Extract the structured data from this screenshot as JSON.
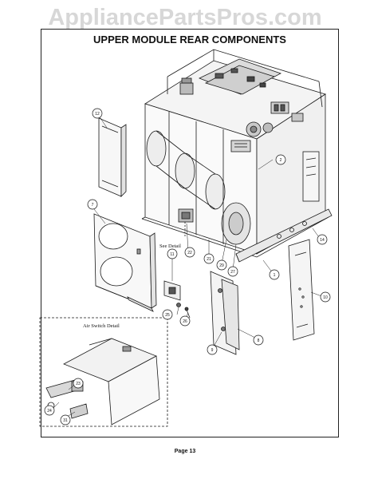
{
  "watermark": "AppliancePartsPros.com",
  "title": "UPPER MODULE REAR COMPONENTS",
  "page_label": "Page 13",
  "notes": {
    "see_detail": "See Detail",
    "air_switch_detail": "Air Switch Detail"
  },
  "callouts": [
    "12",
    "2",
    "7",
    "11",
    "22",
    "21",
    "29",
    "27",
    "14",
    "1",
    "10",
    "25",
    "26",
    "8",
    "9",
    "23",
    "24",
    "31"
  ]
}
